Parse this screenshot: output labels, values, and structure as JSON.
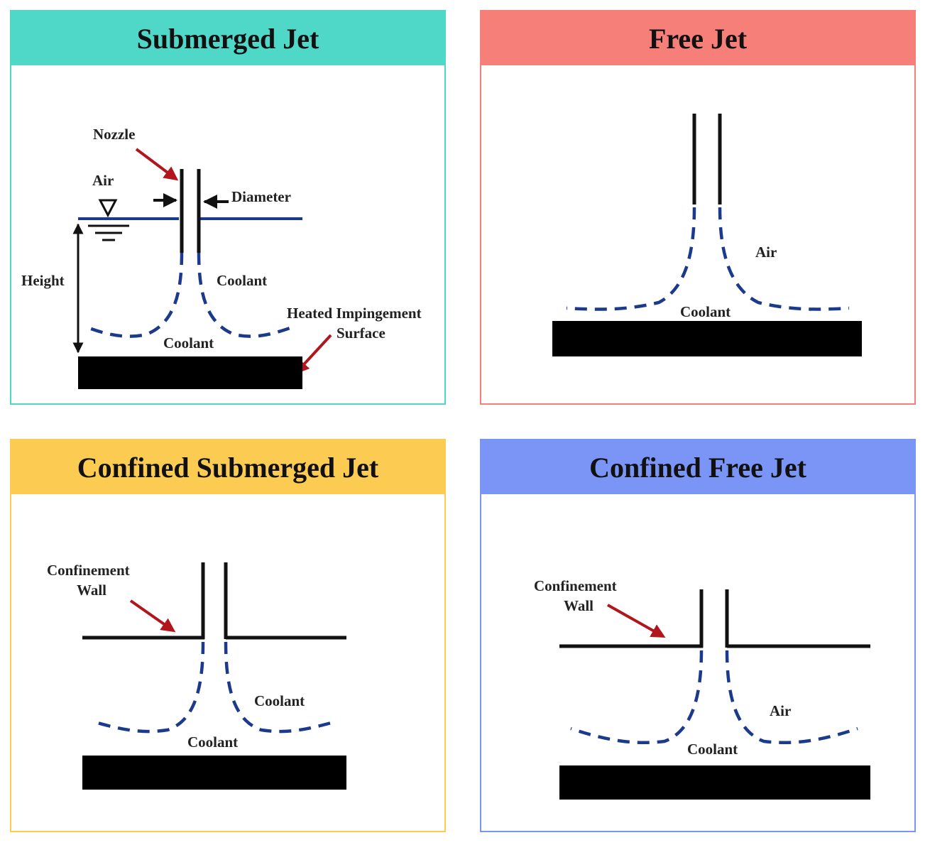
{
  "colors": {
    "submerged": "#4fd8c8",
    "free": "#f77f7a",
    "confined_submerged": "#fbcb52",
    "confined_free": "#7b95f6",
    "coolant_line": "#1c3a8c",
    "arrow": "#b0161c"
  },
  "panels": {
    "submerged": {
      "title": "Submerged Jet",
      "labels": {
        "nozzle": "Nozzle",
        "air": "Air",
        "diameter": "Diameter",
        "height": "Height",
        "coolant_side": "Coolant",
        "coolant_bottom": "Coolant",
        "heated_line1": "Heated Impingement",
        "heated_line2": "Surface"
      }
    },
    "free": {
      "title": "Free Jet",
      "labels": {
        "air": "Air",
        "coolant": "Coolant"
      }
    },
    "confined_submerged": {
      "title": "Confined Submerged Jet",
      "labels": {
        "wall_line1": "Confinement",
        "wall_line2": "Wall",
        "coolant_side": "Coolant",
        "coolant_bottom": "Coolant"
      }
    },
    "confined_free": {
      "title": "Confined Free Jet",
      "labels": {
        "wall_line1": "Confinement",
        "wall_line2": "Wall",
        "air": "Air",
        "coolant": "Coolant"
      }
    }
  }
}
